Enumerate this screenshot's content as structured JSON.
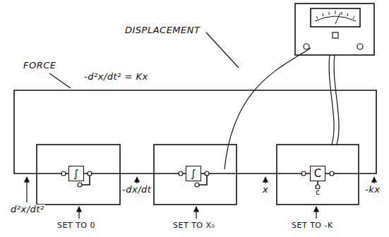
{
  "diagram": {
    "nodes": [
      {
        "text": [
          "∫"
        ]
      },
      {
        "text": [
          "∫"
        ]
      },
      {
        "text": [
          "C",
          "c"
        ]
      }
    ],
    "edges": [
      {
        "from": 0,
        "to": 1,
        "arrow": "none"
      },
      {
        "from": 1,
        "to": 2,
        "arrow": "none"
      },
      {
        "from": 2,
        "to": 0,
        "arrow": "none"
      }
    ],
    "labels": [
      "FORCE",
      "DISPLACEMENT",
      "-d²x/dt² = Kx",
      "d²x/dt²",
      "-dx/dt",
      "x",
      "-kx",
      "SET TO 0",
      "SET TO X₀",
      "SET TO -K"
    ]
  }
}
